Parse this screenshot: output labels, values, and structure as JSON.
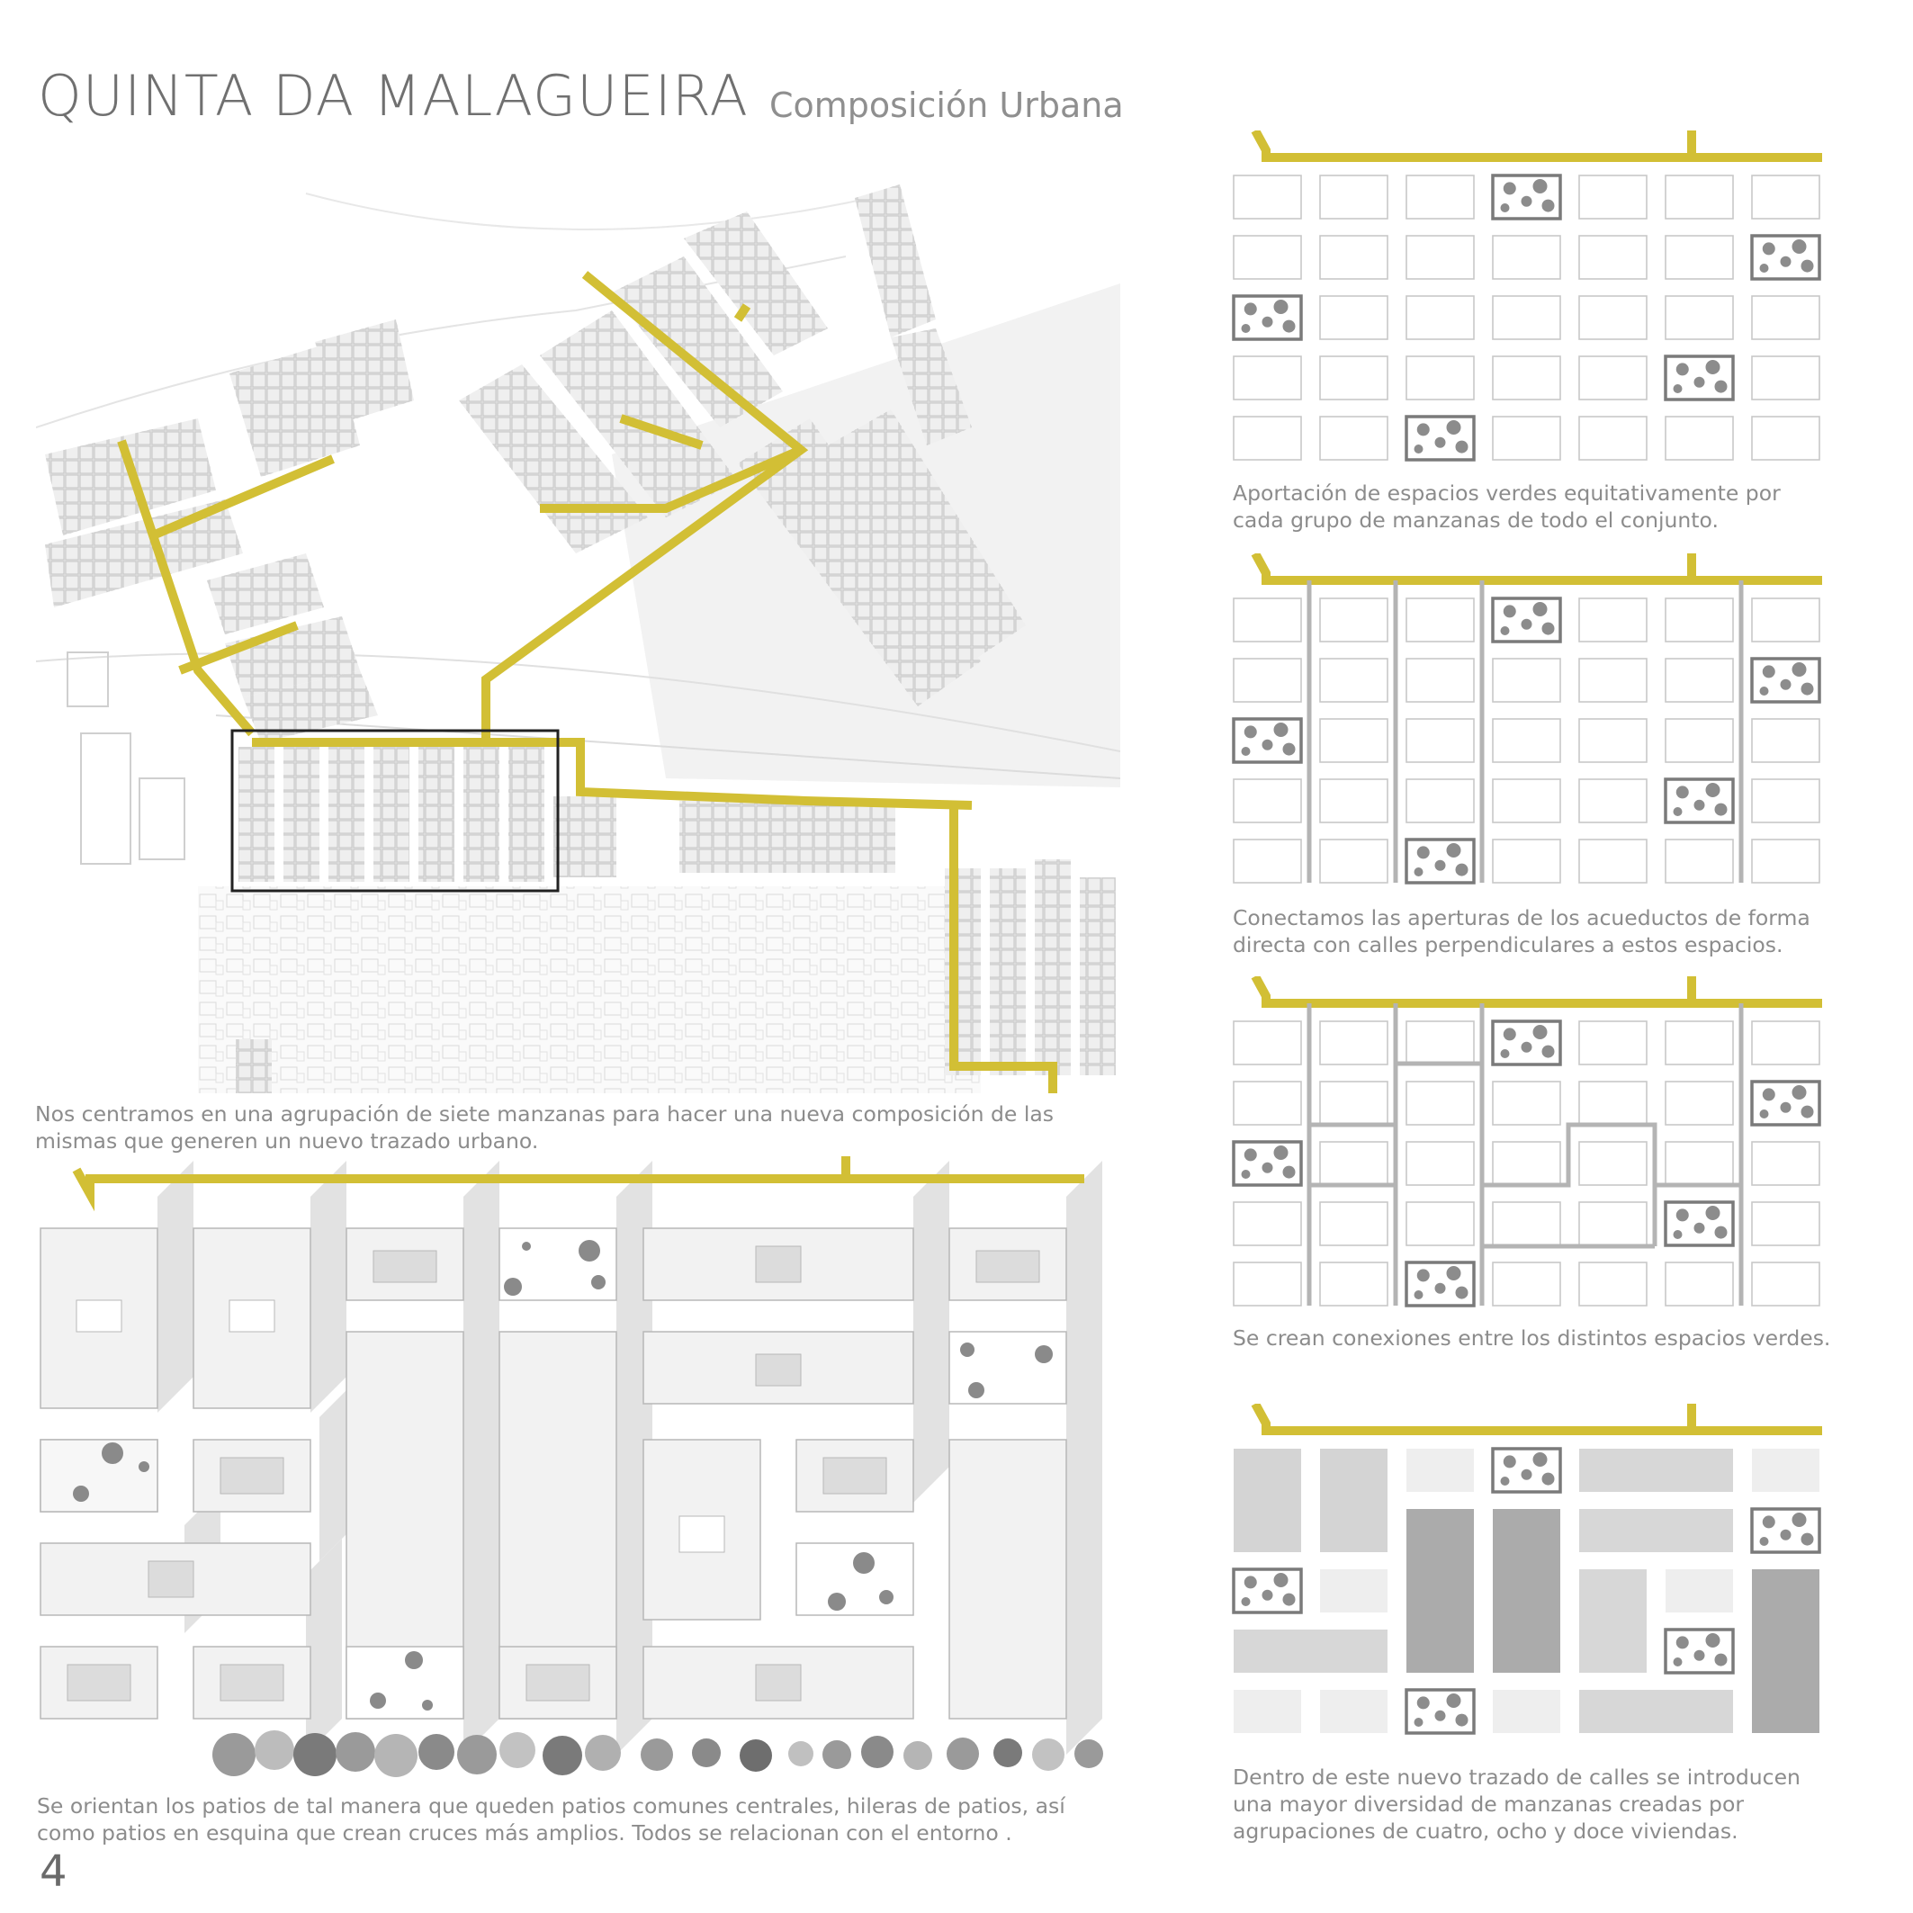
{
  "header": {
    "title": "QUINTA DA MALAGUEIRA",
    "subtitle": "Composición Urbana"
  },
  "captions": {
    "map": [
      "Nos centramos en una agrupación de siete manzanas para hacer una nueva composición de las",
      "mismas que generen un nuevo trazado urbano."
    ],
    "composition": [
      "Se orientan los patios de tal manera que queden patios comunes centrales, hileras de patios, así",
      "como patios en esquina que crean cruces más amplios. Todos se relacionan con el entorno ."
    ],
    "diagram1": [
      "Aportación de espacios verdes equitativamente por",
      "cada grupo de manzanas de todo el conjunto."
    ],
    "diagram2": [
      "Conectamos las aperturas de los acueductos de forma",
      "directa con calles perpendiculares a estos espacios."
    ],
    "diagram3": [
      "Se crean conexiones entre los distintos espacios verdes."
    ],
    "diagram4": [
      "Dentro de este nuevo trazado de calles se introducen",
      "una mayor diversidad de manzanas creadas por",
      "agrupaciones de cuatro, ocho y doce viviendas."
    ]
  },
  "page_number": "4",
  "colors": {
    "road": "#d2bf35",
    "block_outline": "#c8c8c8",
    "green_space_outline": "#7a7a7a",
    "text": "#8c8c8c"
  },
  "grid": {
    "rows": 5,
    "cols": 7,
    "green_cells": [
      [
        0,
        3
      ],
      [
        1,
        6
      ],
      [
        2,
        0
      ],
      [
        3,
        5
      ],
      [
        4,
        2
      ]
    ]
  }
}
